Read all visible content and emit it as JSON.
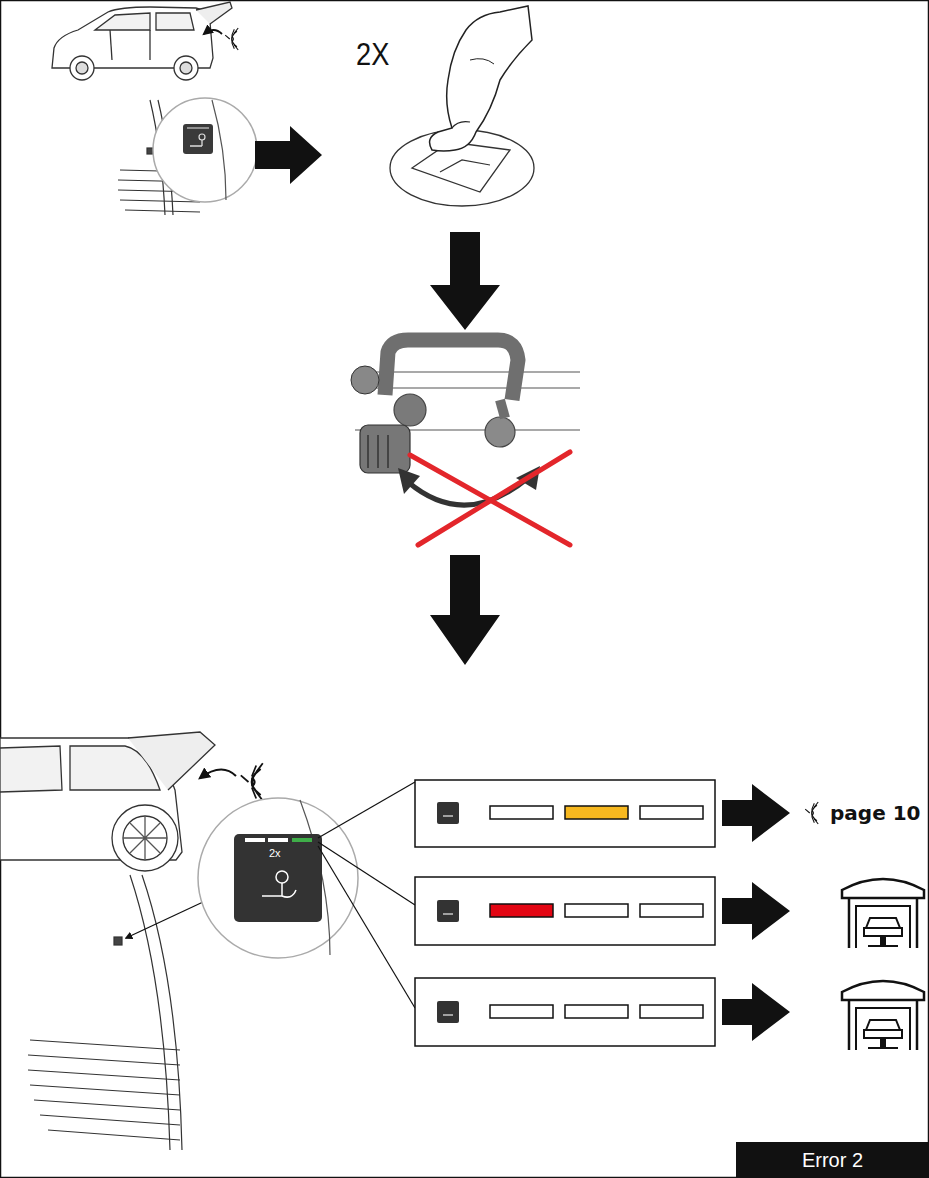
{
  "diagram": {
    "nodes": [
      {
        "text": [
          "Error 2"
        ]
      }
    ],
    "labels": [
      "2X",
      "2x",
      "page 10"
    ]
  }
}
